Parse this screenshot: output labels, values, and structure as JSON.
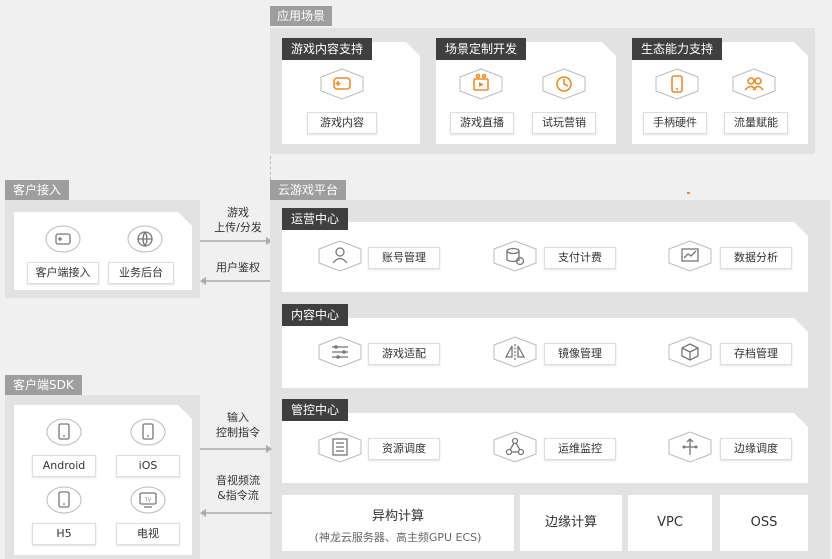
{
  "scenes": {
    "title": "应用场景",
    "groups": [
      {
        "title": "游戏内容支持",
        "items": [
          "游戏内容"
        ]
      },
      {
        "title": "场景定制开发",
        "items": [
          "游戏直播",
          "试玩营销"
        ]
      },
      {
        "title": "生态能力支持",
        "items": [
          "手柄硬件",
          "流量赋能"
        ]
      }
    ]
  },
  "client_access": {
    "title": "客户接入",
    "items": [
      "客户端接入",
      "业务后台"
    ]
  },
  "arrows_top": {
    "upload": "游戏\n上传/分发",
    "auth": "用户鉴权"
  },
  "platform": {
    "title": "云游戏平台",
    "centers": [
      {
        "title": "运营中心",
        "items": [
          "账号管理",
          "支付计费",
          "数据分析"
        ]
      },
      {
        "title": "内容中心",
        "items": [
          "游戏适配",
          "镜像管理",
          "存档管理"
        ]
      },
      {
        "title": "管控中心",
        "items": [
          "资源调度",
          "运维监控",
          "边缘调度"
        ]
      }
    ],
    "infra": {
      "hetero_title": "异构计算",
      "hetero_sub": "(神龙云服务器、高主频GPU ECS)",
      "edge": "边缘计算",
      "vpc": "VPC",
      "oss": "OSS"
    }
  },
  "sdk": {
    "title": "客户端SDK",
    "items": [
      "Android",
      "iOS",
      "H5",
      "电视"
    ]
  },
  "arrows_bottom": {
    "input": "输入\n控制指令",
    "stream": "音视频流\n&指令流"
  },
  "colors": {
    "accent": "#f08a24",
    "dark_tag": "#3f3f3f",
    "gray_tag": "#9e9e9e"
  }
}
